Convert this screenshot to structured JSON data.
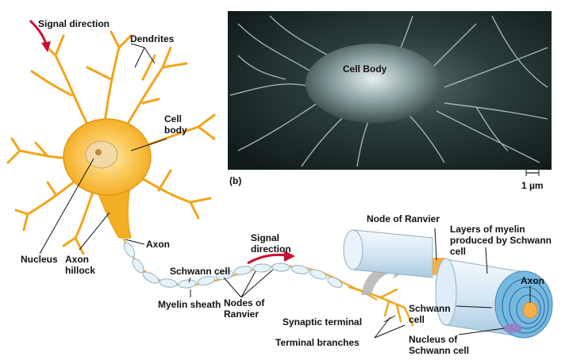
{
  "labels": {
    "signal_direction_top": "Signal direction",
    "dendrites": "Dendrites",
    "cell_body_1": "Cell",
    "cell_body_2": "body",
    "micro_cell_body": "Cell Body",
    "panel_b": "(b)",
    "scale_bar": "1 µm",
    "axon": "Axon",
    "nucleus": "Nucleus",
    "axon_hillock_1": "Axon",
    "axon_hillock_2": "hillock",
    "schwann_cell": "Schwann cell",
    "myelin_sheath": "Myelin sheath",
    "nodes_of_ranvier_1": "Nodes of",
    "nodes_of_ranvier_2": "Ranvier",
    "signal_direction_mid_1": "Signal",
    "signal_direction_mid_2": "direction",
    "node_of_ranvier": "Node of Ranvier",
    "layers_of_myelin_1": "Layers of myelin",
    "layers_of_myelin_2": "produced by Schwann",
    "layers_of_myelin_3": "cell",
    "axon_cross": "Axon",
    "synaptic_terminal": "Synaptic terminal",
    "schwann_cell_right_1": "Schwann",
    "schwann_cell_right_2": "cell",
    "terminal_branches": "Terminal branches",
    "nucleus_schwann_1": "Nucleus of",
    "nucleus_schwann_2": "Schwann cell"
  },
  "colors": {
    "neuron_fill": "#f6b22c",
    "neuron_light": "#fcd67a",
    "arrow_red": "#c8102e",
    "micrograph_dark": "#1d2b2b",
    "myelin_blue": "#cfe4f2",
    "label_text": "#111111"
  }
}
